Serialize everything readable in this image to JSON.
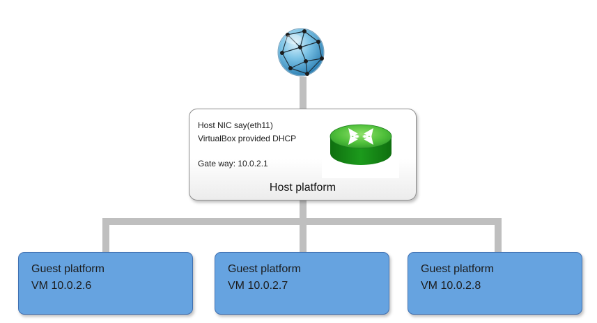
{
  "host": {
    "nic_line": "Host NIC say(eth11)",
    "dhcp_line": "VirtualBox provided DHCP",
    "gateway_line": "Gate way: 10.0.2.1",
    "label": "Host platform"
  },
  "guests": [
    {
      "title": "Guest platform",
      "ip": "VM 10.0.2.6"
    },
    {
      "title": "Guest platform",
      "ip": "VM 10.0.2.7"
    },
    {
      "title": "Guest platform",
      "ip": "VM 10.0.2.8"
    }
  ],
  "colors": {
    "connector": "#bfbfbf",
    "guest_fill": "#66a3e0",
    "guest_border": "#3f6fb0",
    "router_green": "#1f9a1f",
    "globe_blue": "#5aa9d6"
  },
  "icons": {
    "internet": "globe-network-icon",
    "router": "router-icon"
  }
}
